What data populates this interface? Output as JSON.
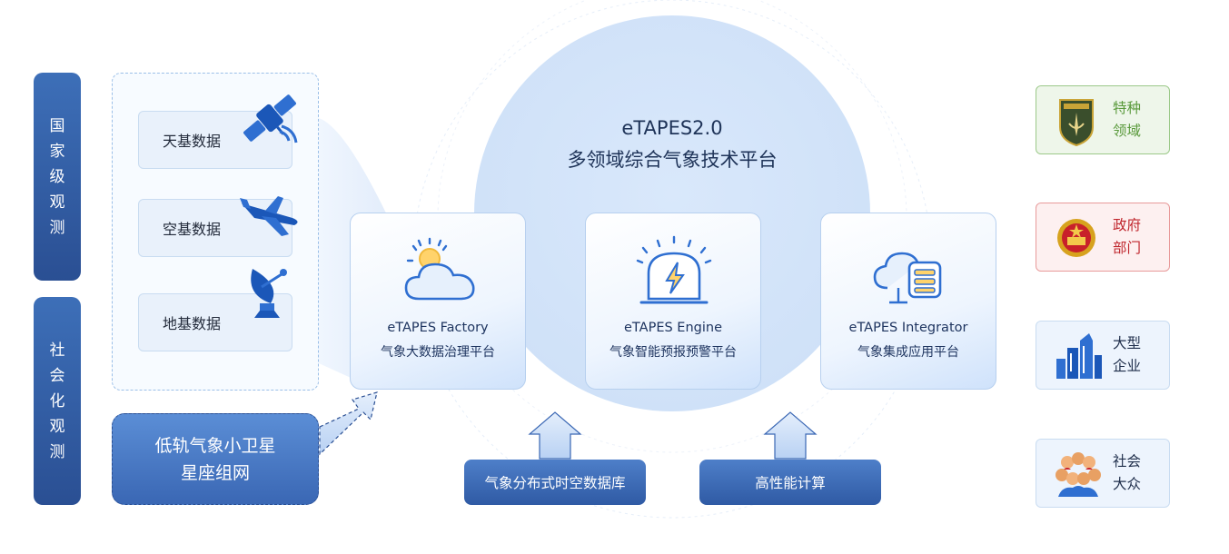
{
  "left_bars": {
    "national": [
      "国",
      "家",
      "级",
      "观",
      "测"
    ],
    "social": [
      "社",
      "会",
      "化",
      "观",
      "测"
    ]
  },
  "sources": {
    "space": "天基数据",
    "air": "空基数据",
    "ground": "地基数据",
    "icons": [
      "satellite-icon",
      "airplane-icon",
      "radar-dish-icon"
    ]
  },
  "satellite": {
    "line1": "低轨气象小卫星",
    "line2": "星座组网"
  },
  "platform": {
    "title": "eTAPES2.0",
    "subtitle": "多领域综合气象技术平台"
  },
  "modules": [
    {
      "name": "eTAPES Factory",
      "desc": "气象大数据治理平台",
      "icon": "sun-cloud-icon"
    },
    {
      "name": "eTAPES Engine",
      "desc": "气象智能预报预警平台",
      "icon": "alarm-lightning-icon"
    },
    {
      "name": "eTAPES Integrator",
      "desc": "气象集成应用平台",
      "icon": "cloud-server-icon"
    }
  ],
  "bases": {
    "db": "气象分布式时空数据库",
    "hpc": "高性能计算"
  },
  "users": [
    {
      "l1": "特种",
      "l2": "领域",
      "color": "#5a9a3c",
      "icon": "army-badge-icon"
    },
    {
      "l1": "政府",
      "l2": "部门",
      "color": "#c0262d",
      "icon": "national-emblem-icon"
    },
    {
      "l1": "大型",
      "l2": "企业",
      "color": "#1e2d4a",
      "icon": "buildings-icon"
    },
    {
      "l1": "社会",
      "l2": "大众",
      "color": "#1e2d4a",
      "icon": "crowd-icon"
    }
  ]
}
